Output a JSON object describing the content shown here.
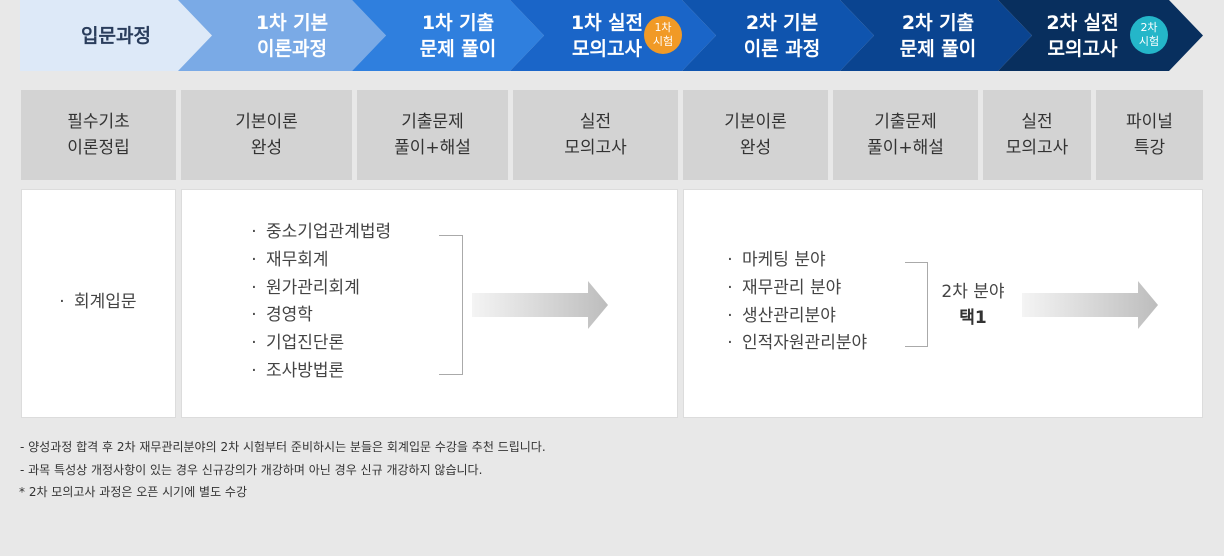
{
  "steps": [
    {
      "label": "입문과정",
      "bg": "#dde9f8",
      "color": "#2a3d5c"
    },
    {
      "label": "1차 기본\n이론과정",
      "bg": "#7aaae6",
      "color": "#ffffff"
    },
    {
      "label": "1차 기출\n문제 풀이",
      "bg": "#2f7fde",
      "color": "#ffffff"
    },
    {
      "label": "1차 실전\n모의고사",
      "bg": "#1a65c8",
      "color": "#ffffff",
      "badge": "1차\n시험",
      "badge_color": "#f19a26"
    },
    {
      "label": "2차 기본\n이론 과정",
      "bg": "#0f54ae",
      "color": "#ffffff"
    },
    {
      "label": "2차 기출\n문제 풀이",
      "bg": "#0a4490",
      "color": "#ffffff"
    },
    {
      "label": "2차 실전\n모의고사",
      "bg": "#082f5e",
      "color": "#ffffff",
      "badge": "2차\n시험",
      "badge_color": "#24b6c9"
    }
  ],
  "headers": [
    "필수기초\n이론정립",
    "기본이론\n완성",
    "기출문제\n풀이+해설",
    "실전\n모의고사",
    "기본이론\n완성",
    "기출문제\n풀이+해설",
    "실전\n모의고사",
    "파이널\n특강"
  ],
  "intro_subjects": [
    "회계입문"
  ],
  "first_subjects": [
    "중소기업관계법령",
    "재무회계",
    "원가관리회계",
    "경영학",
    "기업진단론",
    "조사방법론"
  ],
  "second_subjects": [
    "마케팅 분야",
    "재무관리 분야",
    "생산관리분야",
    "인적자원관리분야"
  ],
  "second_choice": {
    "line1": "2차 분야",
    "line2": "택1"
  },
  "notes": [
    "- 양성과정 합격 후 2차 재무관리분야의 2차 시험부터 준비하시는 분들은 회계입문 수강을 추천 드립니다.",
    "- 과목 특성상 개정사항이 있는 경우 신규강의가 개강하며 아닌 경우 신규 개강하지 않습니다.",
    "* 2차  모의고사 과정은 오픈 시기에 별도 수강"
  ]
}
